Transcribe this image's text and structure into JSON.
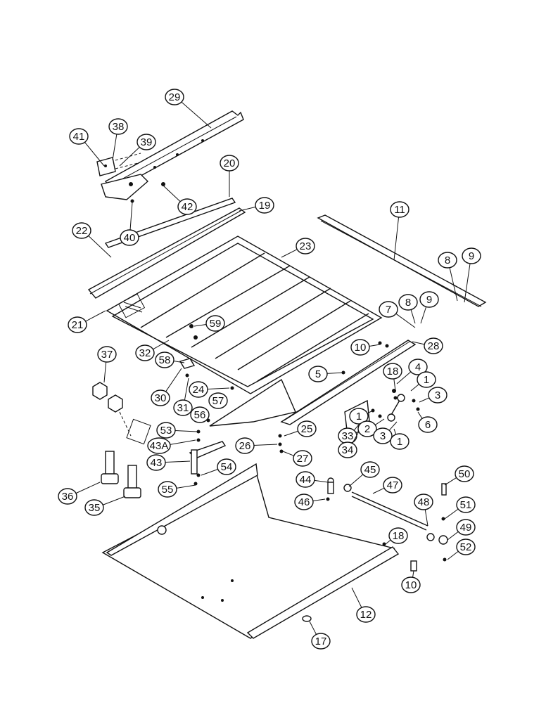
{
  "diagram": {
    "callouts": [
      "29",
      "38",
      "41",
      "39",
      "20",
      "42",
      "40",
      "19",
      "22",
      "11",
      "23",
      "8",
      "9",
      "7",
      "8",
      "9",
      "21",
      "59",
      "32",
      "28",
      "58",
      "10",
      "5",
      "18",
      "4",
      "1",
      "3",
      "37",
      "30",
      "31",
      "24",
      "1",
      "2",
      "57",
      "3",
      "6",
      "33",
      "34",
      "56",
      "53",
      "43A",
      "25",
      "26",
      "27",
      "1",
      "43",
      "54",
      "55",
      "44",
      "45",
      "50",
      "47",
      "36",
      "35",
      "46",
      "48",
      "51",
      "49",
      "52",
      "18",
      "10",
      "12",
      "17"
    ]
  }
}
